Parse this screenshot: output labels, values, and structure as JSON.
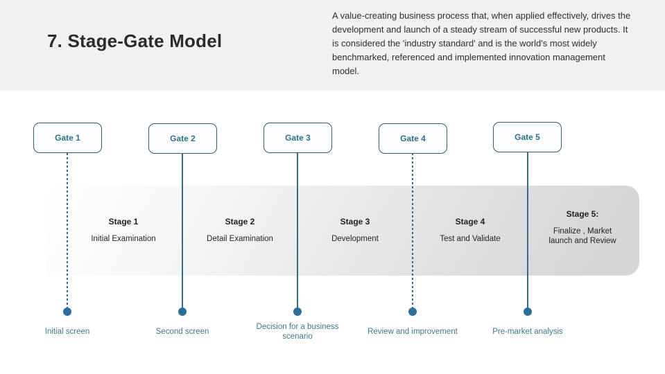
{
  "header": {
    "title": "7. Stage-Gate Model",
    "description": "A value-creating business process that, when applied effectively, drives the development and launch of a steady stream of successful new products. It is considered the 'industry standard' and is the world's most widely benchmarked, referenced and implemented innovation management model."
  },
  "gates": [
    {
      "label": "Gate 1",
      "line_style": "dashed",
      "screen_label": "Initial screen"
    },
    {
      "label": "Gate 2",
      "line_style": "solid",
      "screen_label": "Second screen"
    },
    {
      "label": "Gate 3",
      "line_style": "solid",
      "screen_label": "Decision for a business scenario"
    },
    {
      "label": "Gate 4",
      "line_style": "dashed",
      "screen_label": "Review and improvement"
    },
    {
      "label": "Gate 5",
      "line_style": "solid",
      "screen_label": "Pre-market analysis"
    }
  ],
  "stages": [
    {
      "title": "Stage 1",
      "description": "Initial Examination"
    },
    {
      "title": "Stage 2",
      "description": "Detail Examination"
    },
    {
      "title": "Stage 3",
      "description": "Development"
    },
    {
      "title": "Stage 4",
      "description": "Test and Validate"
    },
    {
      "title": "Stage 5:",
      "description": "Finalize , Market launch and Review"
    }
  ],
  "colors": {
    "header_background": "#f1f1f2",
    "gate_border": "#33596d",
    "gate_text": "#2e6e8e",
    "connector_line": "#336b85",
    "decision_dot": "#2c6f9e",
    "outcome_label_text": "#40798c",
    "band_gray": "#d4d6d7",
    "body_text": "#2d2d2d"
  }
}
